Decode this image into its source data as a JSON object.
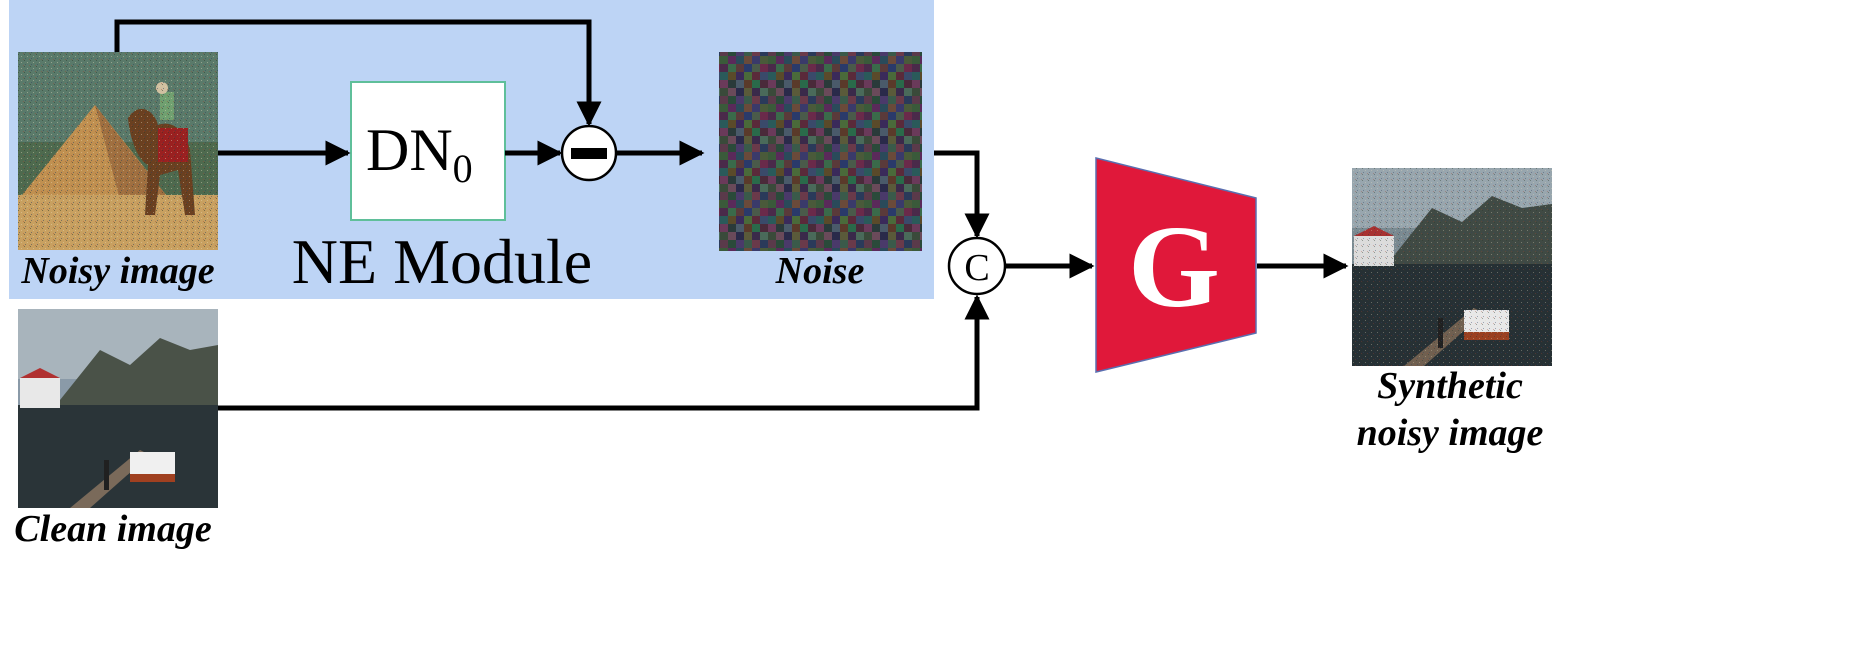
{
  "colors": {
    "module_bg": "#bdd4f5",
    "generator_fill": "#e0183a",
    "generator_stroke": "#5a6fb0",
    "dn_box_stroke": "#5fbf9a",
    "arrow": "#000000"
  },
  "images": {
    "noisy": {
      "label": "Noisy image"
    },
    "clean": {
      "label": "Clean image"
    },
    "noise": {
      "label": "Noise"
    },
    "synthetic": {
      "label_line1": "Synthetic",
      "label_line2": "noisy image"
    }
  },
  "module": {
    "label": "NE Module"
  },
  "denoiser": {
    "label": "DN",
    "subscript": "0"
  },
  "subtract_op": {
    "symbol": "minus-icon"
  },
  "concat_op": {
    "symbol": "C"
  },
  "generator": {
    "label": "G"
  }
}
